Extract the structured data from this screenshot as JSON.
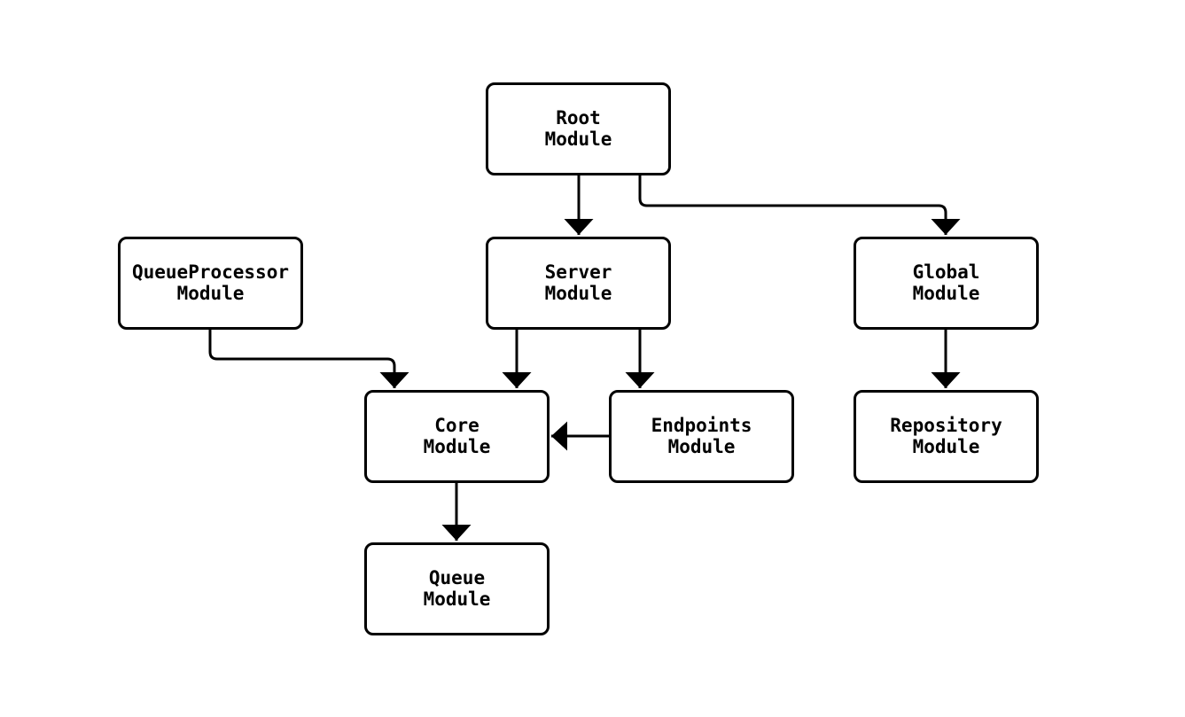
{
  "diagram": {
    "type": "flowchart",
    "direction": "top-down",
    "colors": {
      "background": "#ffffff",
      "node_fill": "#ffffff",
      "node_border": "#000000",
      "edge_stroke": "#000000",
      "text": "#000000"
    },
    "nodes": [
      {
        "id": "root",
        "label": "Root\nModule"
      },
      {
        "id": "queueprocessor",
        "label": "QueueProcessor\nModule"
      },
      {
        "id": "server",
        "label": "Server\nModule"
      },
      {
        "id": "global",
        "label": "Global\nModule"
      },
      {
        "id": "core",
        "label": "Core\nModule"
      },
      {
        "id": "endpoints",
        "label": "Endpoints\nModule"
      },
      {
        "id": "repository",
        "label": "Repository\nModule"
      },
      {
        "id": "queue",
        "label": "Queue\nModule"
      }
    ],
    "edges": [
      {
        "from": "Root Module",
        "to": "Server Module",
        "style": "arrow"
      },
      {
        "from": "Root Module",
        "to": "Global Module",
        "style": "arrow"
      },
      {
        "from": "QueueProcessor Module",
        "to": "Core Module",
        "style": "arrow"
      },
      {
        "from": "Server Module",
        "to": "Core Module",
        "style": "arrow"
      },
      {
        "from": "Server Module",
        "to": "Endpoints Module",
        "style": "arrow"
      },
      {
        "from": "Endpoints Module",
        "to": "Core Module",
        "style": "arrow"
      },
      {
        "from": "Global Module",
        "to": "Repository Module",
        "style": "arrow"
      },
      {
        "from": "Core Module",
        "to": "Queue Module",
        "style": "arrow"
      }
    ]
  }
}
